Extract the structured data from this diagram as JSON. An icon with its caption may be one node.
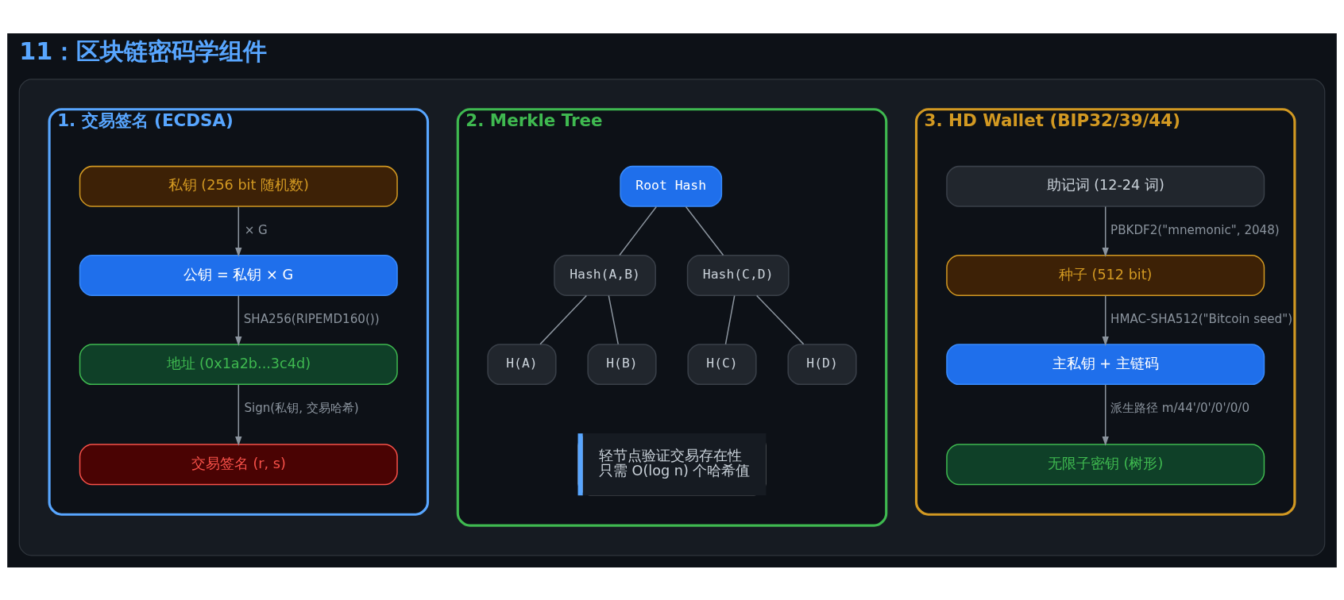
{
  "diagram": {
    "title": "11：区块链密码学组件",
    "nodes": [
      {
        "text": [],
        "shape": "box"
      },
      {
        "text": [
          "1. 交易签名 (ECDSA)"
        ],
        "in": 0
      },
      {
        "text": [
          "私钥 (256 bit 随机数)"
        ],
        "in": 1
      },
      {
        "text": [
          "公钥 = 私钥 × G"
        ],
        "in": 1
      },
      {
        "text": [
          "地址 (0x1a2b...3c4d)"
        ],
        "in": 1
      },
      {
        "text": [
          "交易签名 (r, s)"
        ],
        "in": 1
      },
      {
        "text": [
          "2. Merkle Tree"
        ],
        "in": 0
      },
      {
        "text": [
          "Root Hash"
        ],
        "in": 6
      },
      {
        "text": [
          "Hash(A,B)"
        ],
        "in": 6
      },
      {
        "text": [
          "Hash(C,D)"
        ],
        "in": 6
      },
      {
        "text": [
          "H(A)"
        ],
        "in": 6
      },
      {
        "text": [
          "H(B)"
        ],
        "in": 6
      },
      {
        "text": [
          "H(C)"
        ],
        "in": 6
      },
      {
        "text": [
          "H(D)"
        ],
        "in": 6
      },
      {
        "text": [
          "轻节点验证交易存在性",
          "只需 O(log n) 个哈希值"
        ],
        "in": 6
      },
      {
        "text": [
          "3. HD Wallet (BIP32/39/44)"
        ],
        "in": 0
      },
      {
        "text": [
          "助记词 (12-24 词)"
        ],
        "in": 15
      },
      {
        "text": [
          "种子 (512 bit)"
        ],
        "in": 15
      },
      {
        "text": [
          "主私钥 + 主链码"
        ],
        "in": 15
      },
      {
        "text": [
          "无限子密钥 (树形)"
        ],
        "in": 15
      }
    ],
    "edges": [
      {
        "from": 2,
        "to": 3,
        "arrow": "to",
        "label": "× G"
      },
      {
        "from": 3,
        "to": 4,
        "arrow": "to",
        "label": "SHA256(RIPEMD160())"
      },
      {
        "from": 4,
        "to": 5,
        "arrow": "to",
        "label": "Sign(私钥, 交易哈希)"
      },
      {
        "from": 7,
        "to": 8,
        "arrow": "none"
      },
      {
        "from": 7,
        "to": 9,
        "arrow": "none"
      },
      {
        "from": 8,
        "to": 10,
        "arrow": "none"
      },
      {
        "from": 8,
        "to": 11,
        "arrow": "none"
      },
      {
        "from": 9,
        "to": 12,
        "arrow": "none"
      },
      {
        "from": 9,
        "to": 13,
        "arrow": "none"
      },
      {
        "from": 16,
        "to": 17,
        "arrow": "to",
        "label": "PBKDF2(\"mnemonic\", 2048)"
      },
      {
        "from": 17,
        "to": 18,
        "arrow": "to",
        "label": "HMAC-SHA512(\"Bitcoin seed\")"
      },
      {
        "from": 18,
        "to": 19,
        "arrow": "to",
        "label": "派生路径 m/44'/0'/0'/0/0"
      }
    ]
  }
}
